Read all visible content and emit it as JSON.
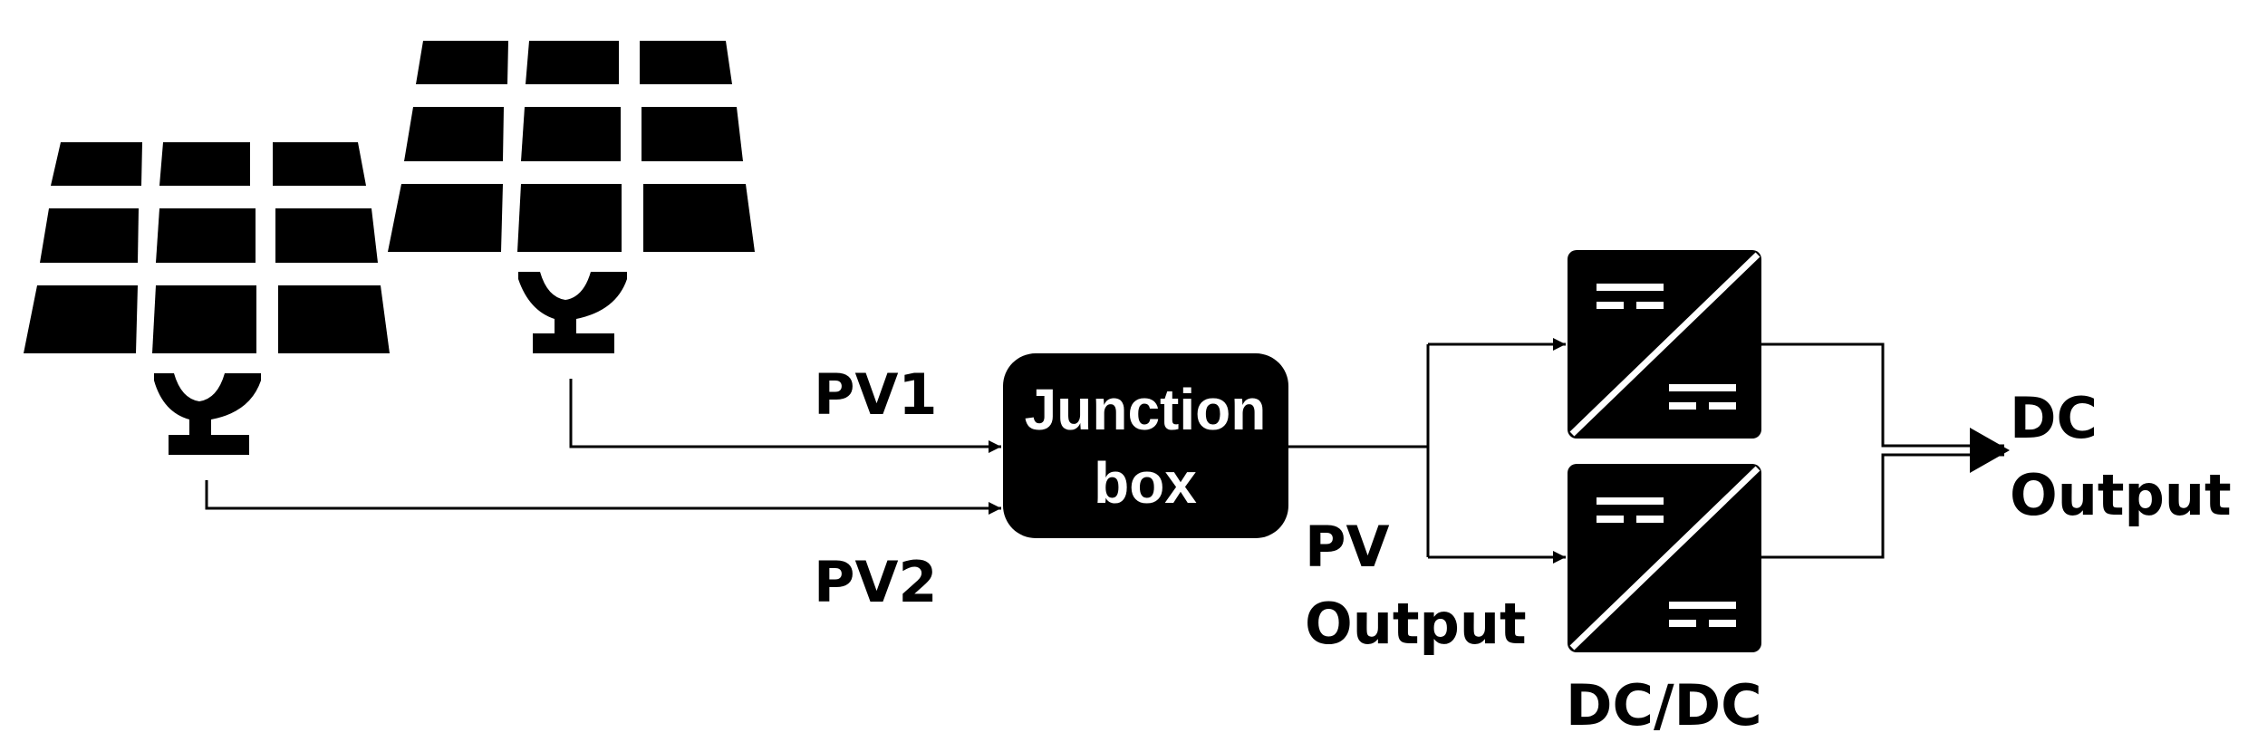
{
  "labels": {
    "pv1": "PV1",
    "pv2": "PV2",
    "junction_line1": "Junction",
    "junction_line2": "box",
    "pv_output_line1": "PV",
    "pv_output_line2": "Output",
    "dcdc": "DC/DC",
    "dc_output_line1": "DC",
    "dc_output_line2": "Output"
  },
  "icons": {
    "solar_panel": "solar-panel-icon",
    "converter": "dc-dc-converter-icon"
  },
  "colors": {
    "foreground": "#000000",
    "background": "#ffffff"
  }
}
